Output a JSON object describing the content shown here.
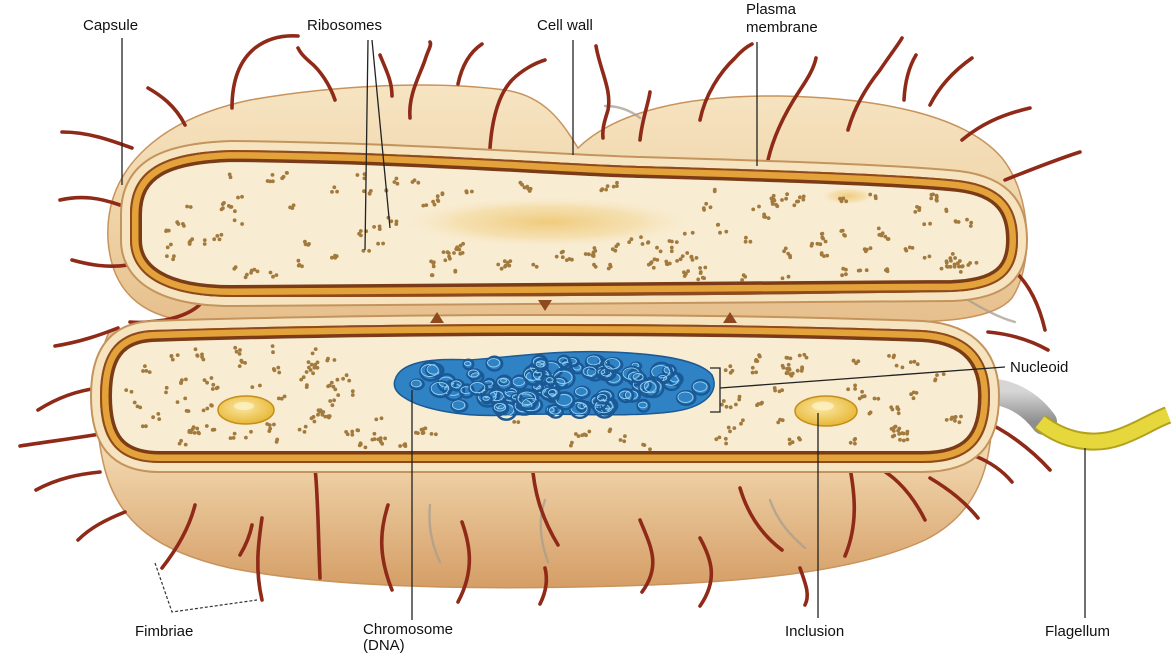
{
  "labels": {
    "capsule": "Capsule",
    "ribosomes": "Ribosomes",
    "cell_wall": "Cell wall",
    "plasma_membrane": [
      "Plasma",
      "membrane"
    ],
    "nucleoid": "Nucleoid",
    "fimbriae": "Fimbriae",
    "chromosome": [
      "Chromosome",
      "(DNA)"
    ],
    "inclusion": "Inclusion",
    "flagellum": "Flagellum"
  },
  "colors": {
    "capsule": "#e6bf8c",
    "cell_wall": "#e3a33a",
    "plasma_membrane": "#7a3b16",
    "cytoplasm": "#f8ecd2",
    "fimbriae": "#8f2a19",
    "ribosomes": "#a27a3e",
    "nucleoid": "#2f82c4",
    "inclusion": "#e7b838",
    "flagellum": "#e6d83c"
  }
}
